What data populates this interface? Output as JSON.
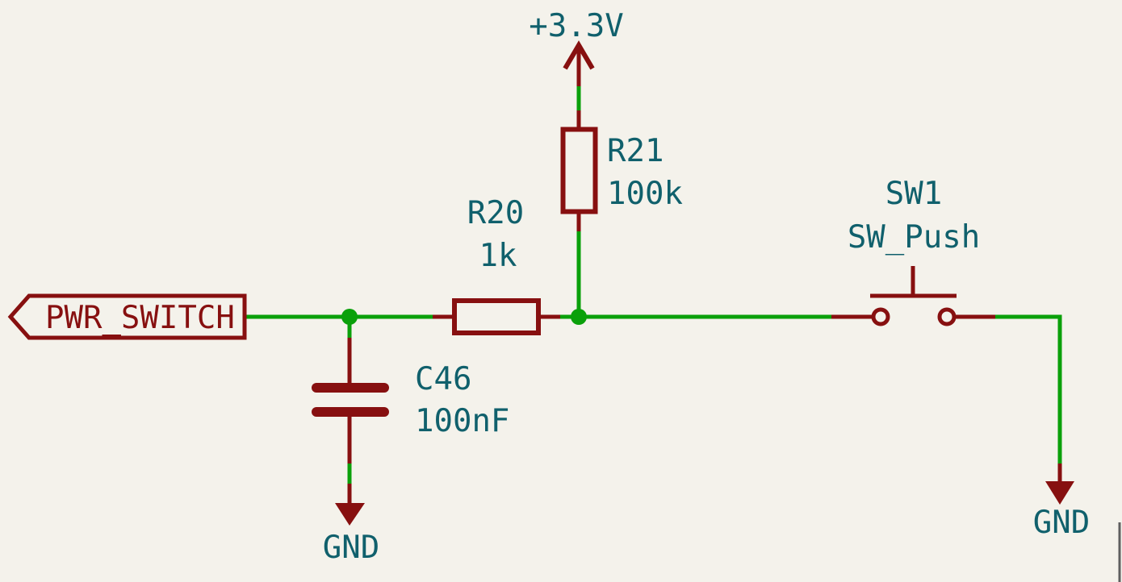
{
  "schematic": {
    "background_color": "#f4f2eb",
    "wire_color": "#0aa00a",
    "symbol_color": "#871010",
    "field_text_color": "#10606c",
    "sheet_edge_color": "#5f5f5f",
    "hierarchical_label": {
      "name": "PWR_SWITCH"
    },
    "power": {
      "vcc_label": "+3.3V",
      "gnd_left_label": "GND",
      "gnd_right_label": "GND"
    },
    "components": {
      "r20": {
        "reference": "R20",
        "value": "1k"
      },
      "r21": {
        "reference": "R21",
        "value": "100k"
      },
      "c46": {
        "reference": "C46",
        "value": "100nF"
      },
      "sw1": {
        "reference": "SW1",
        "value": "SW_Push"
      }
    }
  }
}
